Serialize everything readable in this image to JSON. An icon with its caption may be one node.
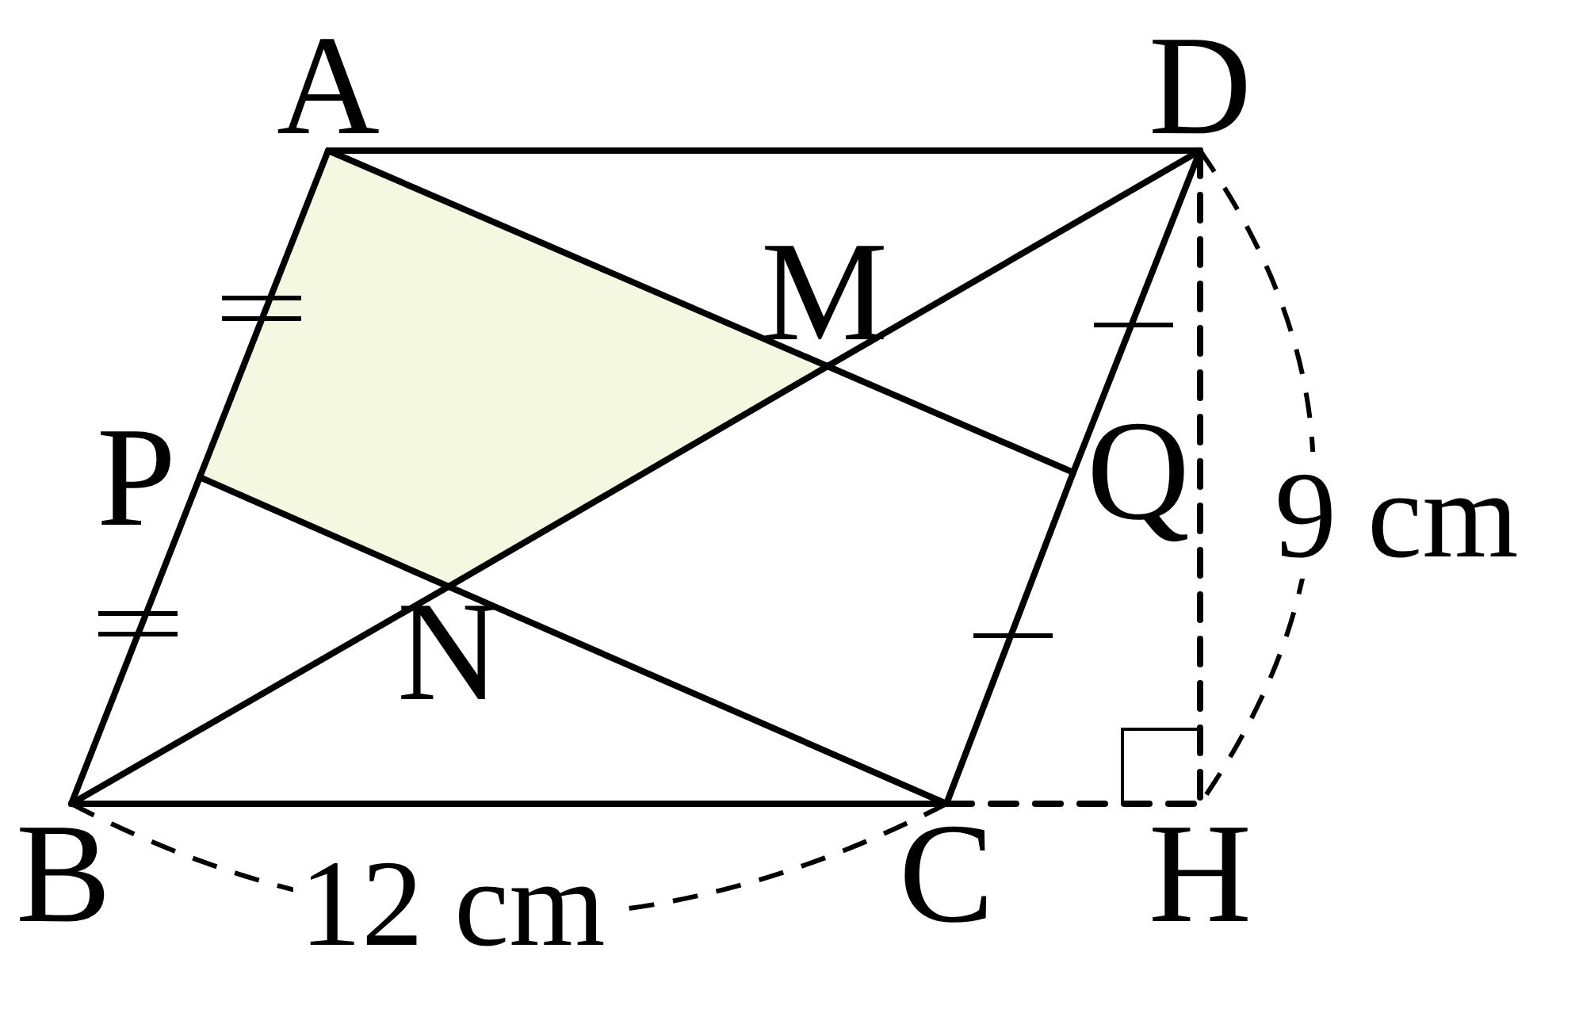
{
  "diagram": {
    "nodes": [
      {
        "text": [
          "A"
        ]
      },
      {
        "text": [
          "D"
        ]
      },
      {
        "text": [
          "M"
        ]
      },
      {
        "text": [
          "P"
        ]
      },
      {
        "text": [
          "Q"
        ]
      },
      {
        "text": [
          "N"
        ]
      },
      {
        "text": [
          "B"
        ]
      },
      {
        "text": [
          "C"
        ]
      },
      {
        "text": [
          "H"
        ]
      }
    ],
    "edges": [
      {
        "from": 0,
        "to": 1,
        "arrow": "none"
      },
      {
        "from": 0,
        "to": 3,
        "arrow": "none"
      },
      {
        "from": 3,
        "to": 6,
        "arrow": "none"
      },
      {
        "from": 6,
        "to": 7,
        "arrow": "none"
      },
      {
        "from": 7,
        "to": 4,
        "arrow": "none"
      },
      {
        "from": 4,
        "to": 1,
        "arrow": "none"
      },
      {
        "from": 0,
        "to": 2,
        "arrow": "none"
      },
      {
        "from": 2,
        "to": 4,
        "arrow": "none"
      },
      {
        "from": 6,
        "to": 5,
        "arrow": "none"
      },
      {
        "from": 5,
        "to": 2,
        "arrow": "none"
      },
      {
        "from": 2,
        "to": 1,
        "arrow": "none"
      },
      {
        "from": 3,
        "to": 5,
        "arrow": "none"
      },
      {
        "from": 5,
        "to": 7,
        "arrow": "none"
      },
      {
        "from": 7,
        "to": 8,
        "arrow": "none",
        "style": "dashed"
      },
      {
        "from": 1,
        "to": 8,
        "arrow": "none",
        "style": "dashed"
      }
    ],
    "labels": [
      "9 cm",
      "12 cm"
    ]
  }
}
